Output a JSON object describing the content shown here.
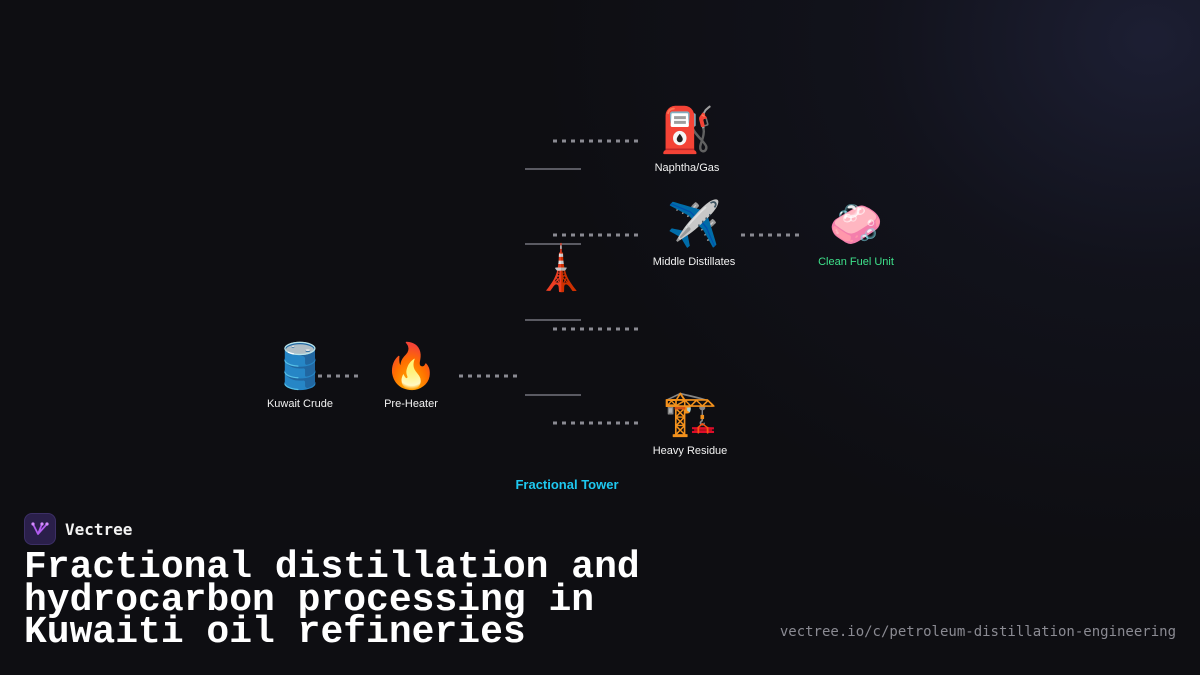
{
  "diagram": {
    "nodes": {
      "crude": {
        "icon": "🛢️",
        "icon_name": "oil-drum-icon",
        "label": "Kuwait Crude"
      },
      "preheater": {
        "icon": "🔥",
        "icon_name": "fire-icon",
        "label": "Pre-Heater"
      },
      "tower": {
        "icon": "🗼",
        "icon_name": "tower-icon",
        "label": "Fractional Tower"
      },
      "naphtha": {
        "icon": "⛽",
        "icon_name": "fuel-pump-icon",
        "label": "Naphtha/Gas"
      },
      "middle": {
        "icon": "✈️",
        "icon_name": "airplane-icon",
        "label": "Middle Distillates"
      },
      "cleanfuel": {
        "icon": "🧼",
        "icon_name": "soap-icon",
        "label": "Clean Fuel Unit"
      },
      "residue": {
        "icon": "🏗️",
        "icon_name": "construction-crane-icon",
        "label": "Heavy Residue"
      }
    },
    "colors": {
      "edge": "#8a8a92",
      "tray": "#5a5a62",
      "tower_label": "#1ec8f0",
      "clean_fuel_label": "#3ee08a"
    }
  },
  "brand": {
    "name": "Vectree",
    "logo_icon": "vectree-logo-icon"
  },
  "footer": {
    "title": "Fractional distillation and hydrocarbon processing in Kuwaiti oil refineries",
    "url": "vectree.io/c/petroleum-distillation-engineering"
  }
}
